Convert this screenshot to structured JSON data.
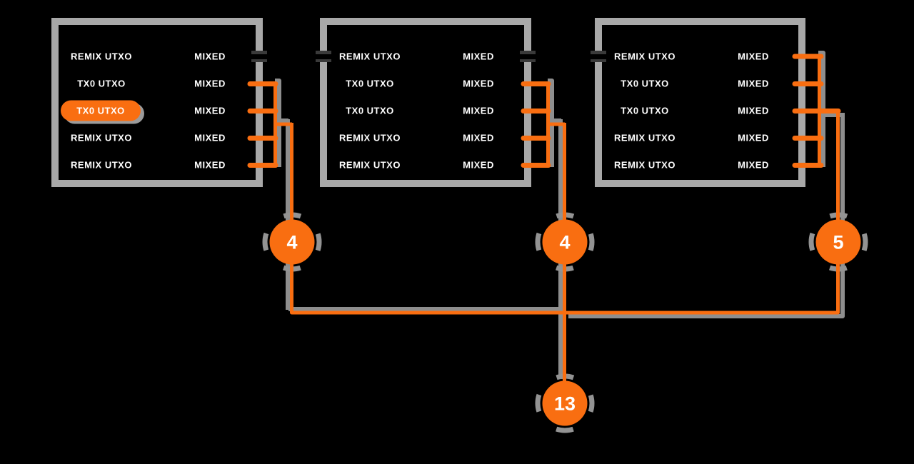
{
  "colors": {
    "background": "#000000",
    "accent_orange": "#f96e11",
    "line_shadow_gray": "#8e8e8e",
    "box_border_gray": "#a8a8a8",
    "text_white": "#ffffff"
  },
  "boxes": [
    {
      "id": "coinjoin-tx-1",
      "badge": "4",
      "rows": [
        {
          "label": "REMIX UTXO",
          "status": "MIXED"
        },
        {
          "label": "TX0 UTXO",
          "status": "MIXED"
        },
        {
          "label": "TX0 UTXO",
          "status": "MIXED",
          "highlighted": true
        },
        {
          "label": "REMIX UTXO",
          "status": "MIXED"
        },
        {
          "label": "REMIX UTXO",
          "status": "MIXED"
        }
      ]
    },
    {
      "id": "coinjoin-tx-2",
      "badge": "4",
      "rows": [
        {
          "label": "REMIX UTXO",
          "status": "MIXED"
        },
        {
          "label": "TX0 UTXO",
          "status": "MIXED"
        },
        {
          "label": "TX0 UTXO",
          "status": "MIXED"
        },
        {
          "label": "REMIX UTXO",
          "status": "MIXED"
        },
        {
          "label": "REMIX UTXO",
          "status": "MIXED"
        }
      ]
    },
    {
      "id": "coinjoin-tx-3",
      "badge": "5",
      "rows": [
        {
          "label": "REMIX UTXO",
          "status": "MIXED"
        },
        {
          "label": "TX0 UTXO",
          "status": "MIXED"
        },
        {
          "label": "TX0 UTXO",
          "status": "MIXED"
        },
        {
          "label": "REMIX UTXO",
          "status": "MIXED"
        },
        {
          "label": "REMIX UTXO",
          "status": "MIXED"
        }
      ]
    }
  ],
  "merge_node": {
    "badge": "13"
  }
}
